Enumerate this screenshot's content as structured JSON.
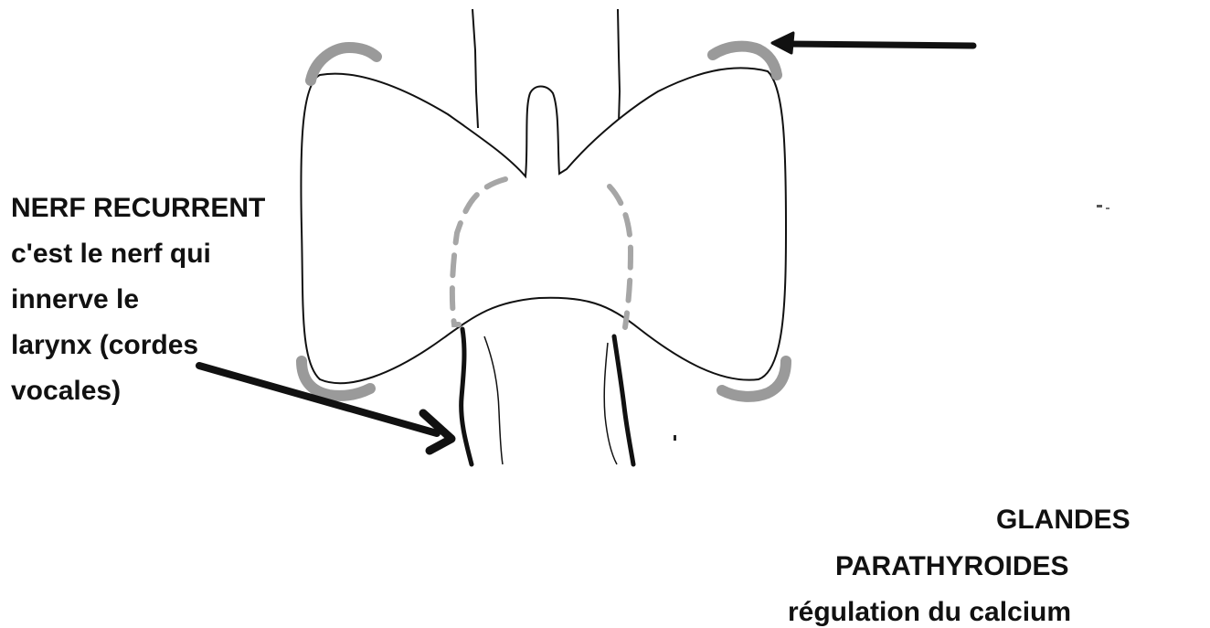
{
  "parathyroid_label": {
    "line1": "GLANDES",
    "line2": "PARATHYROIDES",
    "line3": "régulation du calcium"
  },
  "recurrent_nerve_label": {
    "line1": "NERF RECURRENT",
    "line2": "c'est le nerf qui",
    "line3": "innerve le",
    "line4": "larynx (cordes",
    "line5": "vocales)"
  },
  "colors": {
    "outline": "#111111",
    "parathyroid": "#9a9a9a",
    "dashed_trachea": "#a6a6a6",
    "arrow": "#111111",
    "background": "#ffffff"
  }
}
